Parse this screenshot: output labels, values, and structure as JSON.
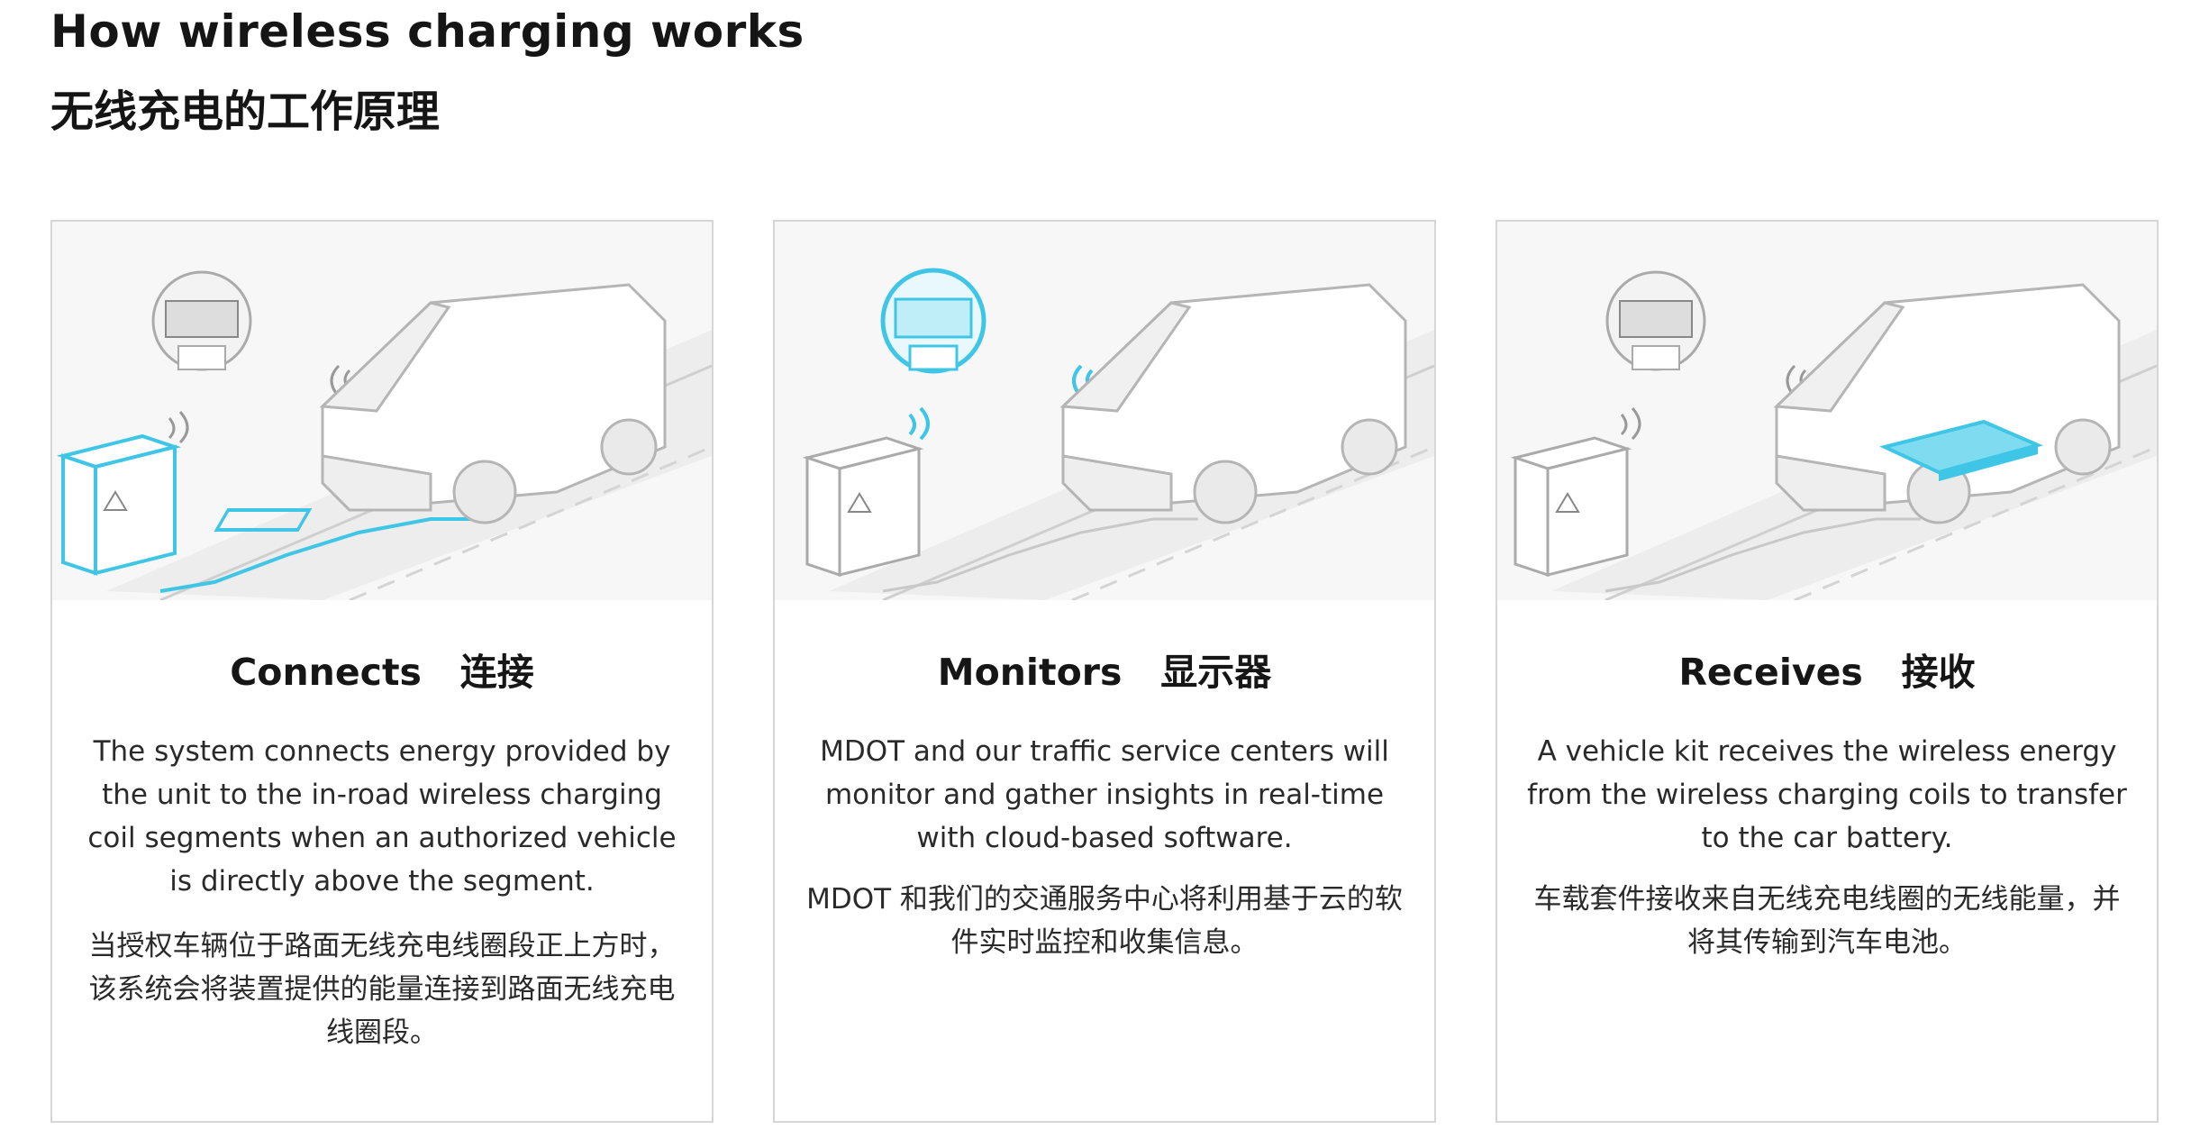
{
  "page": {
    "title": "How wireless charging works",
    "subtitle": "无线充电的工作原理"
  },
  "cards": [
    {
      "title": "Connects   连接",
      "description_en": "The system connects energy provided by the unit to the in-road wireless charging coil segments when an authorized vehicle is directly above the segment.",
      "description_zh": "当授权车辆位于路面无线充电线圈段正上方时，该系统会将装置提供的能量连接到路面无线充电线圈段。",
      "highlight": "charging-unit-and-coil"
    },
    {
      "title": "Monitors   显示器",
      "description_en": "MDOT and our traffic service centers will monitor and gather insights in real-time with cloud-based software.",
      "description_zh": "MDOT 和我们的交通服务中心将利用基于云的软件实时监控和收集信息。",
      "highlight": "monitoring-screens"
    },
    {
      "title": "Receives   接收",
      "description_en": "A vehicle kit receives the wireless energy from the wireless charging coils to transfer to the car battery.",
      "description_zh": "车载套件接收来自无线充电线圈的无线能量，并将其传输到汽车电池。",
      "highlight": "vehicle-receiver-pad"
    }
  ],
  "colors": {
    "highlight": "#3fc6e6",
    "line": "#bdbdbd",
    "border": "#d6d6d6"
  }
}
